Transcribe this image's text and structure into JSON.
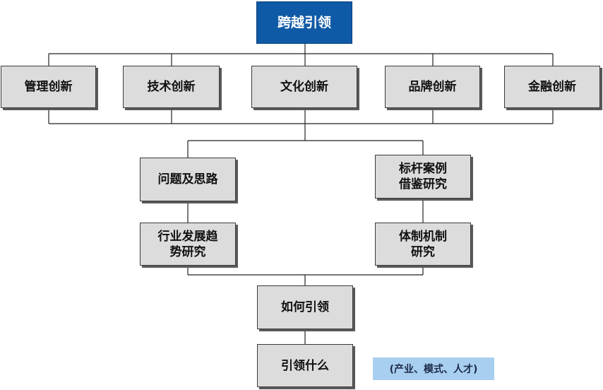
{
  "root": {
    "label": "跨越引领"
  },
  "innovations": [
    {
      "label": "管理创新"
    },
    {
      "label": "技术创新"
    },
    {
      "label": "文化创新"
    },
    {
      "label": "品牌创新"
    },
    {
      "label": "金融创新"
    }
  ],
  "left_branch": [
    {
      "label": "问题及思路"
    },
    {
      "label": "行业发展趋\n势研究"
    }
  ],
  "right_branch": [
    {
      "label": "标杆案例\n借鉴研究"
    },
    {
      "label": "体制机制\n研究"
    }
  ],
  "convergence": [
    {
      "label": "如何引领"
    },
    {
      "label": "引领什么"
    }
  ],
  "note": {
    "label": "(产业、模式、人才)"
  },
  "colors": {
    "root_fill": "#0f5aa6",
    "box_fill": "#dcdcdc",
    "note_fill": "#a9cff0",
    "line": "#222222"
  }
}
